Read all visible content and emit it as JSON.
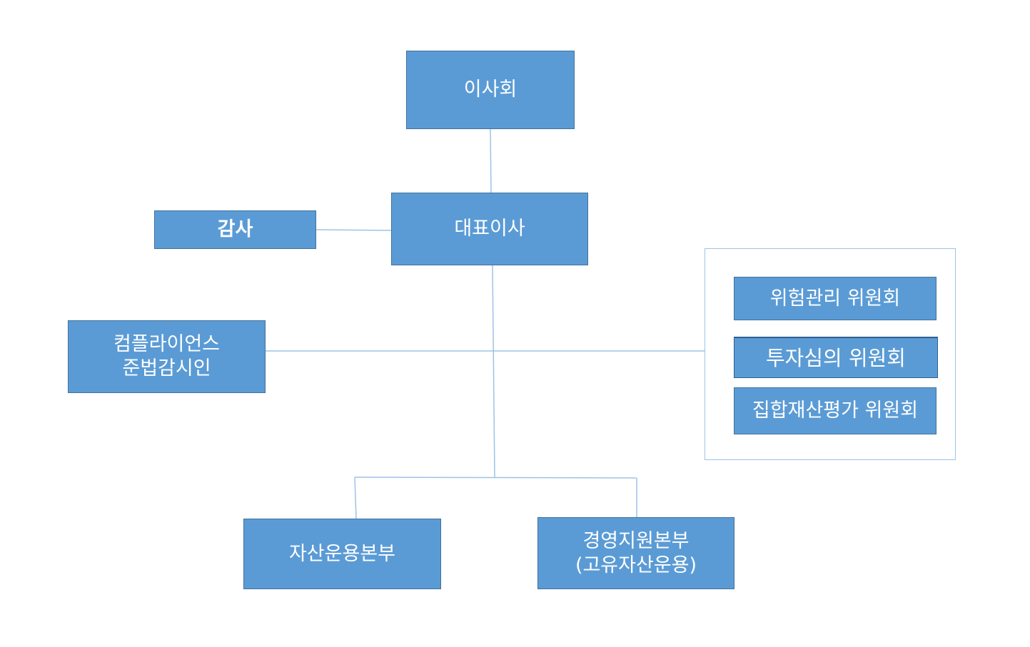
{
  "org_chart": {
    "board": "이사회",
    "ceo": "대표이사",
    "audit": "감사",
    "compliance": "컴플라이언스\n준법감시인",
    "committees": {
      "risk": "위험관리 위원회",
      "investment": "투자심의 위원회",
      "valuation": "집합재산평가 위원회"
    },
    "divisions": {
      "asset_management": "자산운용본부",
      "management_support": "경영지원본부\n(고유자산운용)"
    }
  },
  "colors": {
    "box_fill": "#5b9bd5",
    "box_border": "#41719c",
    "connector": "#9dc3e6",
    "text": "#ffffff",
    "background": "#ffffff"
  }
}
